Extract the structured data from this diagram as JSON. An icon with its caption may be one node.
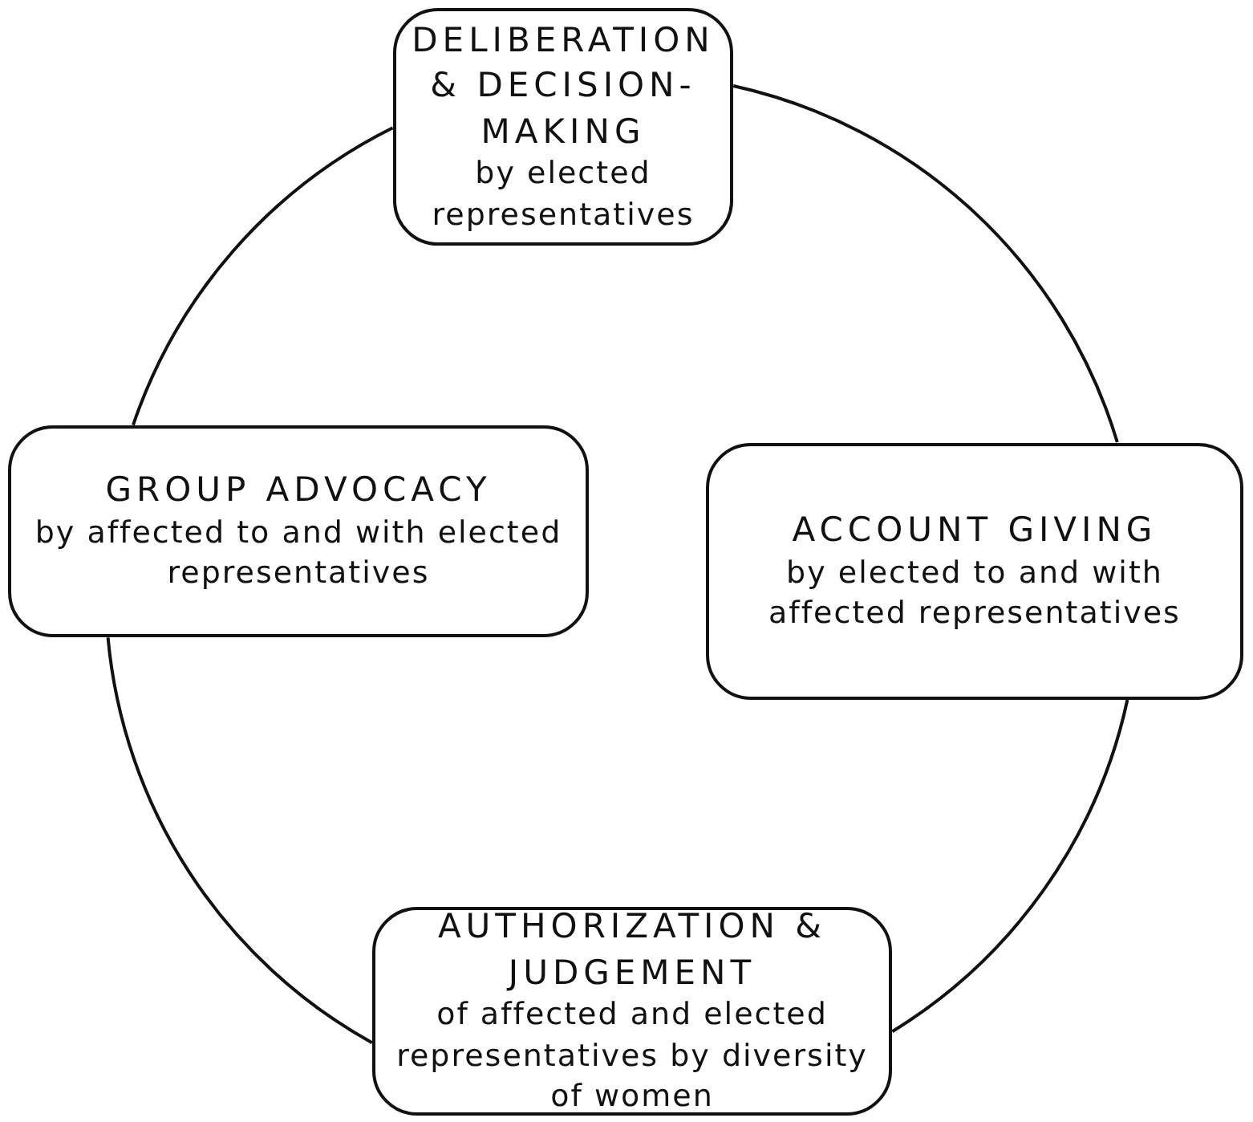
{
  "diagram": {
    "nodes": [
      {
        "text": [
          "DELIBERATION & DECISION-MAKING",
          "by elected representatives"
        ]
      },
      {
        "text": [
          "GROUP ADVOCACY",
          "by affected to and with elected representatives"
        ]
      },
      {
        "text": [
          "ACCOUNT GIVING",
          "by elected to and with affected representatives"
        ]
      },
      {
        "text": [
          "AUTHORIZATION & JUDGEMENT",
          "of affected and elected representatives by diversity of women"
        ]
      }
    ],
    "edges": [
      {
        "from": 0,
        "to": 2,
        "arrow": "none"
      },
      {
        "from": 2,
        "to": 3,
        "arrow": "none"
      },
      {
        "from": 3,
        "to": 1,
        "arrow": "none"
      },
      {
        "from": 1,
        "to": 0,
        "arrow": "none"
      }
    ]
  }
}
